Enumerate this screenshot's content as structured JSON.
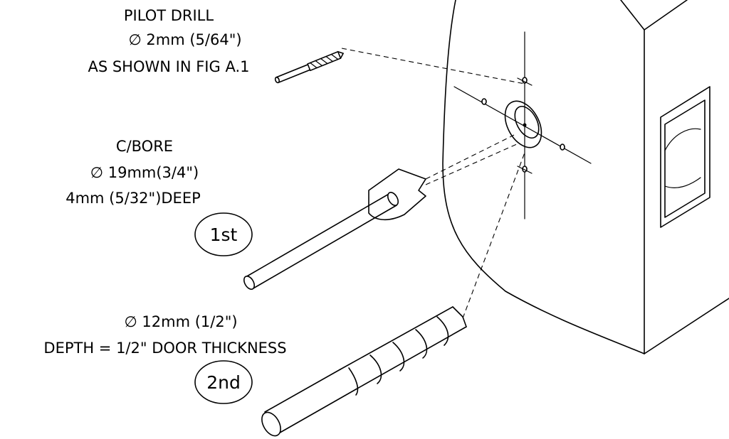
{
  "labels": {
    "pilot_title": "PILOT DRILL",
    "pilot_size": "∅ 2mm (5/64\")",
    "pilot_note": "AS SHOWN IN FIG A.1",
    "cbore_title": "C/BORE",
    "cbore_size": "∅ 19mm(3/4\")",
    "cbore_depth": "4mm (5/32\")DEEP",
    "step1": "1st",
    "drill_size": "∅ 12mm (1/2\")",
    "drill_depth": "DEPTH = 1/2\" DOOR THICKNESS",
    "step2": "2nd"
  },
  "colors": {
    "line": "#000000",
    "background": "#ffffff"
  }
}
